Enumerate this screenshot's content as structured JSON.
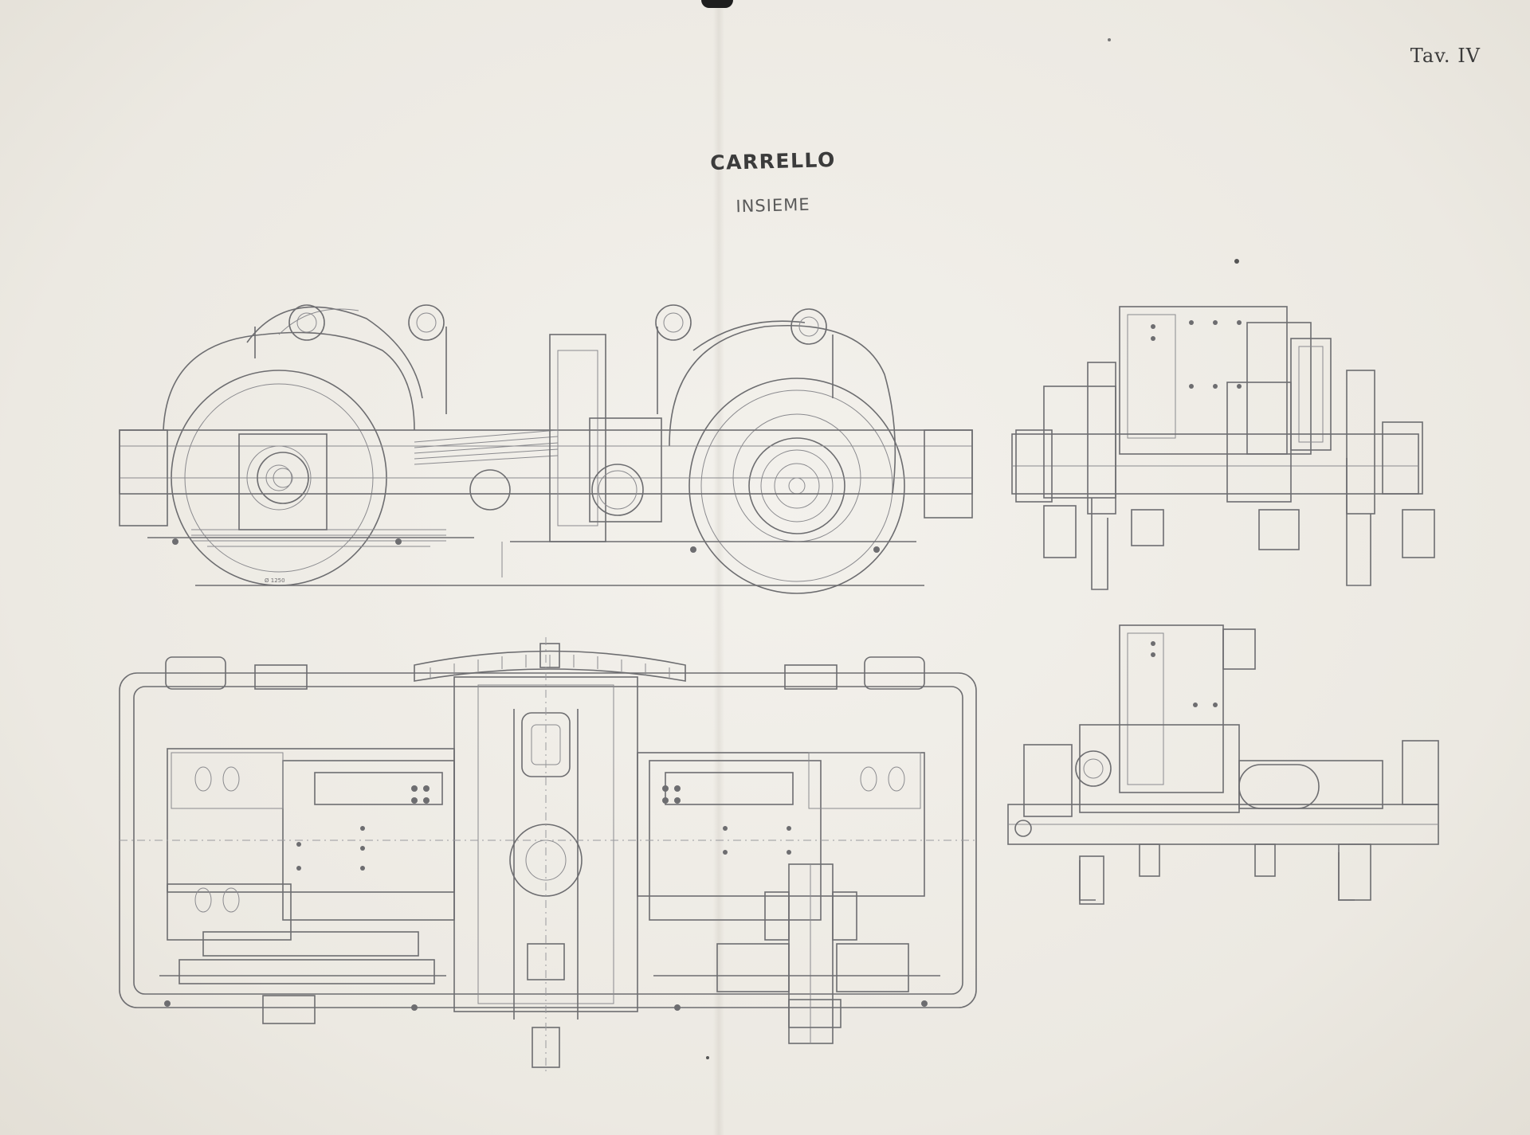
{
  "page": {
    "plate_number": "Tav. IV",
    "title": "CARRELLO",
    "subtitle": "INSIEME",
    "wheel_dimension_label": "Ø 1250"
  },
  "views": [
    {
      "name": "side-elevation"
    },
    {
      "name": "end-view-top"
    },
    {
      "name": "plan-view"
    },
    {
      "name": "end-section-bottom"
    }
  ]
}
